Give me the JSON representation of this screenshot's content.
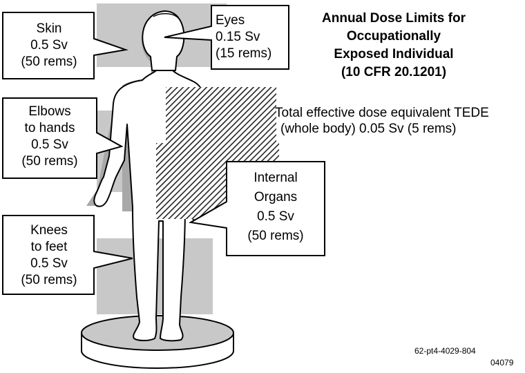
{
  "title": {
    "lines": [
      "Annual Dose Limits for",
      "Occupationally",
      "Exposed Individual",
      "(10 CFR 20.1201)"
    ]
  },
  "callouts": {
    "skin": [
      "Skin",
      "0.5 Sv",
      "(50 rems)"
    ],
    "eyes": [
      "Eyes",
      "0.15 Sv",
      "(15 rems)"
    ],
    "elbows": [
      "Elbows",
      "to hands",
      "0.5 Sv",
      "(50 rems)"
    ],
    "organs": [
      "Internal",
      "Organs",
      "0.5 Sv",
      "(50 rems)"
    ],
    "knees": [
      "Knees",
      "to feet",
      "0.5 Sv",
      "(50 rems)"
    ]
  },
  "tede": [
    "Total effective dose equivalent TEDE",
    "(whole body) 0.05 Sv (5 rems)"
  ],
  "figure_id": [
    "62-pt4-4029-804",
    "04079"
  ],
  "colors": {
    "shadow": "#c8c8c8",
    "hatch": "#222222",
    "outline": "#000000"
  }
}
